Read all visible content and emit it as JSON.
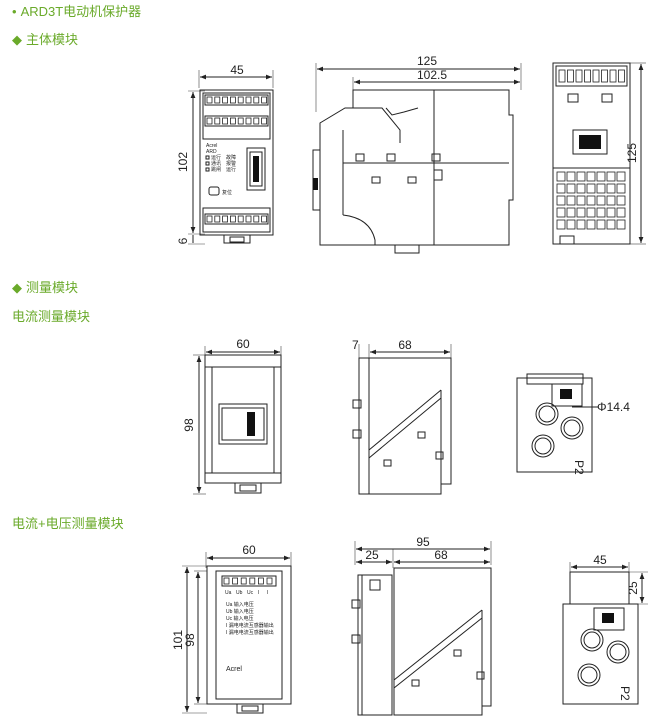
{
  "headers": {
    "product": "ARD3T电动机保护器",
    "main_module": "主体模块",
    "measure_module": "测量模块",
    "current_measure": "电流测量模块",
    "cv_measure": "电流+电压测量模块"
  },
  "icons": {
    "bullet": "•",
    "diamond": "◆"
  },
  "colors": {
    "header": "#6aaa2a",
    "line": "#222222"
  },
  "main_front": {
    "dim_width": "45",
    "dim_height": "102",
    "dim_bottom": "6",
    "brand": "Acrel",
    "model": "ARD",
    "indicators": [
      "运行",
      "故障",
      "通讯",
      "报警",
      "跳闸",
      "运行"
    ],
    "button_label": "复位"
  },
  "main_side": {
    "dim_total": "125",
    "dim_inner": "102.5"
  },
  "main_end": {
    "dim_height": "125"
  },
  "current_front": {
    "dim_width": "60",
    "dim_height": "98"
  },
  "current_side": {
    "dim_left": "7",
    "dim_width": "68"
  },
  "current_end": {
    "dim_hole": "Φ14.4",
    "label": "P2"
  },
  "cv_front": {
    "dim_width": "60",
    "dim_outer": "101",
    "dim_inner": "98",
    "terminals": [
      "Ua",
      "Ub",
      "Uc",
      "I",
      "I"
    ],
    "legend": [
      "Ua 输入电压",
      "Ub 输入电压",
      "Uc 输入电压",
      "I 漏电电流互感器输出",
      "I 漏电电流互感器输出"
    ],
    "brand": "Acrel"
  },
  "cv_side": {
    "dim_total": "95",
    "dim_left": "25",
    "dim_right": "68"
  },
  "cv_end": {
    "dim_width": "45",
    "dim_height": "25",
    "label": "P2"
  }
}
